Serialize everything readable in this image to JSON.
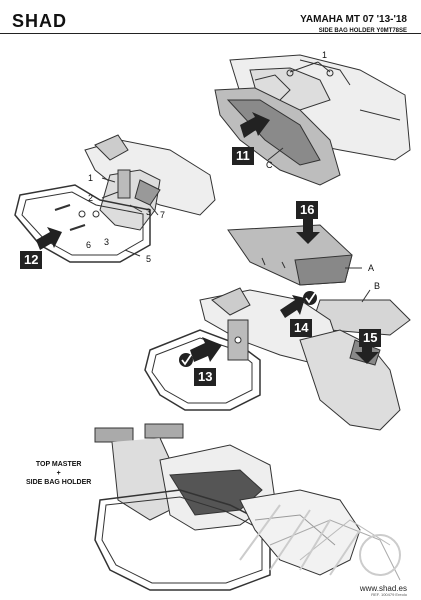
{
  "header": {
    "brand": "SHAD",
    "model": "YAMAHA MT 07 '13-'18",
    "subtitle": "SIDE BAG HOLDER Y0MT78SE"
  },
  "steps": {
    "s11": "11",
    "s12": "12",
    "s13": "13",
    "s14": "14",
    "s15": "15",
    "s16": "16"
  },
  "labels": {
    "one_top": "1",
    "c": "C",
    "one_mid": "1",
    "two": "2",
    "three_a": "3",
    "seven": "7",
    "six": "6",
    "three_b": "3",
    "five": "5",
    "a": "A",
    "b": "B"
  },
  "caption": {
    "line1": "TOP MASTER",
    "line2": "+",
    "line3": "SIDE BAG HOLDER"
  },
  "footer": {
    "url": "www.shad.es",
    "ref": "REF. 100479 Ereolo"
  },
  "colors": {
    "ink": "#222222",
    "panel": "#cccccc",
    "dark": "#555555"
  }
}
